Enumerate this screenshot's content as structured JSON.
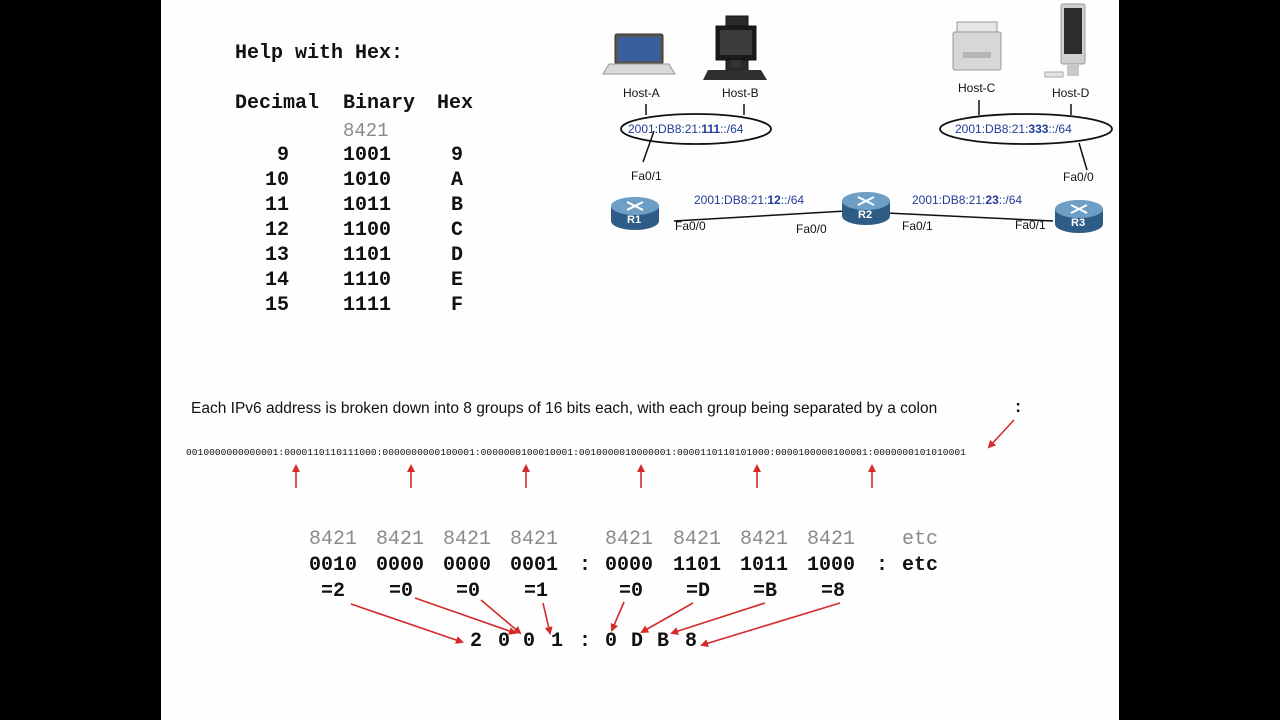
{
  "hex_help": {
    "title": "Help with Hex:",
    "headers": {
      "decimal": "Decimal",
      "binary": "Binary",
      "hex": "Hex"
    },
    "place_values": "8421",
    "rows": [
      {
        "decimal": "9",
        "binary": "1001",
        "hex": "9"
      },
      {
        "decimal": "10",
        "binary": "1010",
        "hex": "A"
      },
      {
        "decimal": "11",
        "binary": "1011",
        "hex": "B"
      },
      {
        "decimal": "12",
        "binary": "1100",
        "hex": "C"
      },
      {
        "decimal": "13",
        "binary": "1101",
        "hex": "D"
      },
      {
        "decimal": "14",
        "binary": "1110",
        "hex": "E"
      },
      {
        "decimal": "15",
        "binary": "1111",
        "hex": "F"
      }
    ]
  },
  "network": {
    "hosts": {
      "a": "Host-A",
      "b": "Host-B",
      "c": "Host-C",
      "d": "Host-D"
    },
    "lan_left": {
      "prefix": "2001:DB8:21:",
      "bold": "111",
      "suffix": "::/64"
    },
    "lan_right": {
      "prefix": "2001:DB8:21:",
      "bold": "333",
      "suffix": "::/64"
    },
    "link_r1_r2": {
      "prefix": "2001:DB8:21:",
      "bold": "12",
      "suffix": "::/64"
    },
    "link_r2_r3": {
      "prefix": "2001:DB8:21:",
      "bold": "23",
      "suffix": "::/64"
    },
    "routers": {
      "r1": "R1",
      "r2": "R2",
      "r3": "R3"
    },
    "interfaces": {
      "r1_lan": "Fa0/1",
      "r1_wan": "Fa0/0",
      "r2_left": "Fa0/0",
      "r2_right": "Fa0/1",
      "r3_left": "Fa0/1",
      "r3_lan": "Fa0/0"
    },
    "colors": {
      "address_text": "#1f3c96",
      "router_fill": "#3f78a8",
      "link": "#111111"
    }
  },
  "explanation": {
    "sentence": "Each IPv6 address is broken down into 8 groups of 16 bits each, with each group being separated by a colon",
    "colon_glyph": ":",
    "binary_address": "0010000000000001:0000110110111000:0000000000100001:0000000100010001:0010000010000001:0000110110101000:0000100000100001:0000000101010001",
    "arrow_color": "#d42a2a"
  },
  "breakdown": {
    "place_values": [
      "8421",
      "8421",
      "8421",
      "8421",
      "8421",
      "8421",
      "8421",
      "8421"
    ],
    "place_etc": "etc",
    "bits": [
      "0010",
      "0000",
      "0000",
      "0001",
      "0000",
      "1101",
      "1011",
      "1000"
    ],
    "separator": ":",
    "bits_etc": "etc",
    "equals": [
      "=2",
      "=0",
      "=0",
      "=1",
      "=0",
      "=D",
      "=B",
      "=8"
    ],
    "result_digits": [
      "2",
      "0",
      "0",
      "1",
      "0",
      "D",
      "B",
      "8"
    ]
  }
}
